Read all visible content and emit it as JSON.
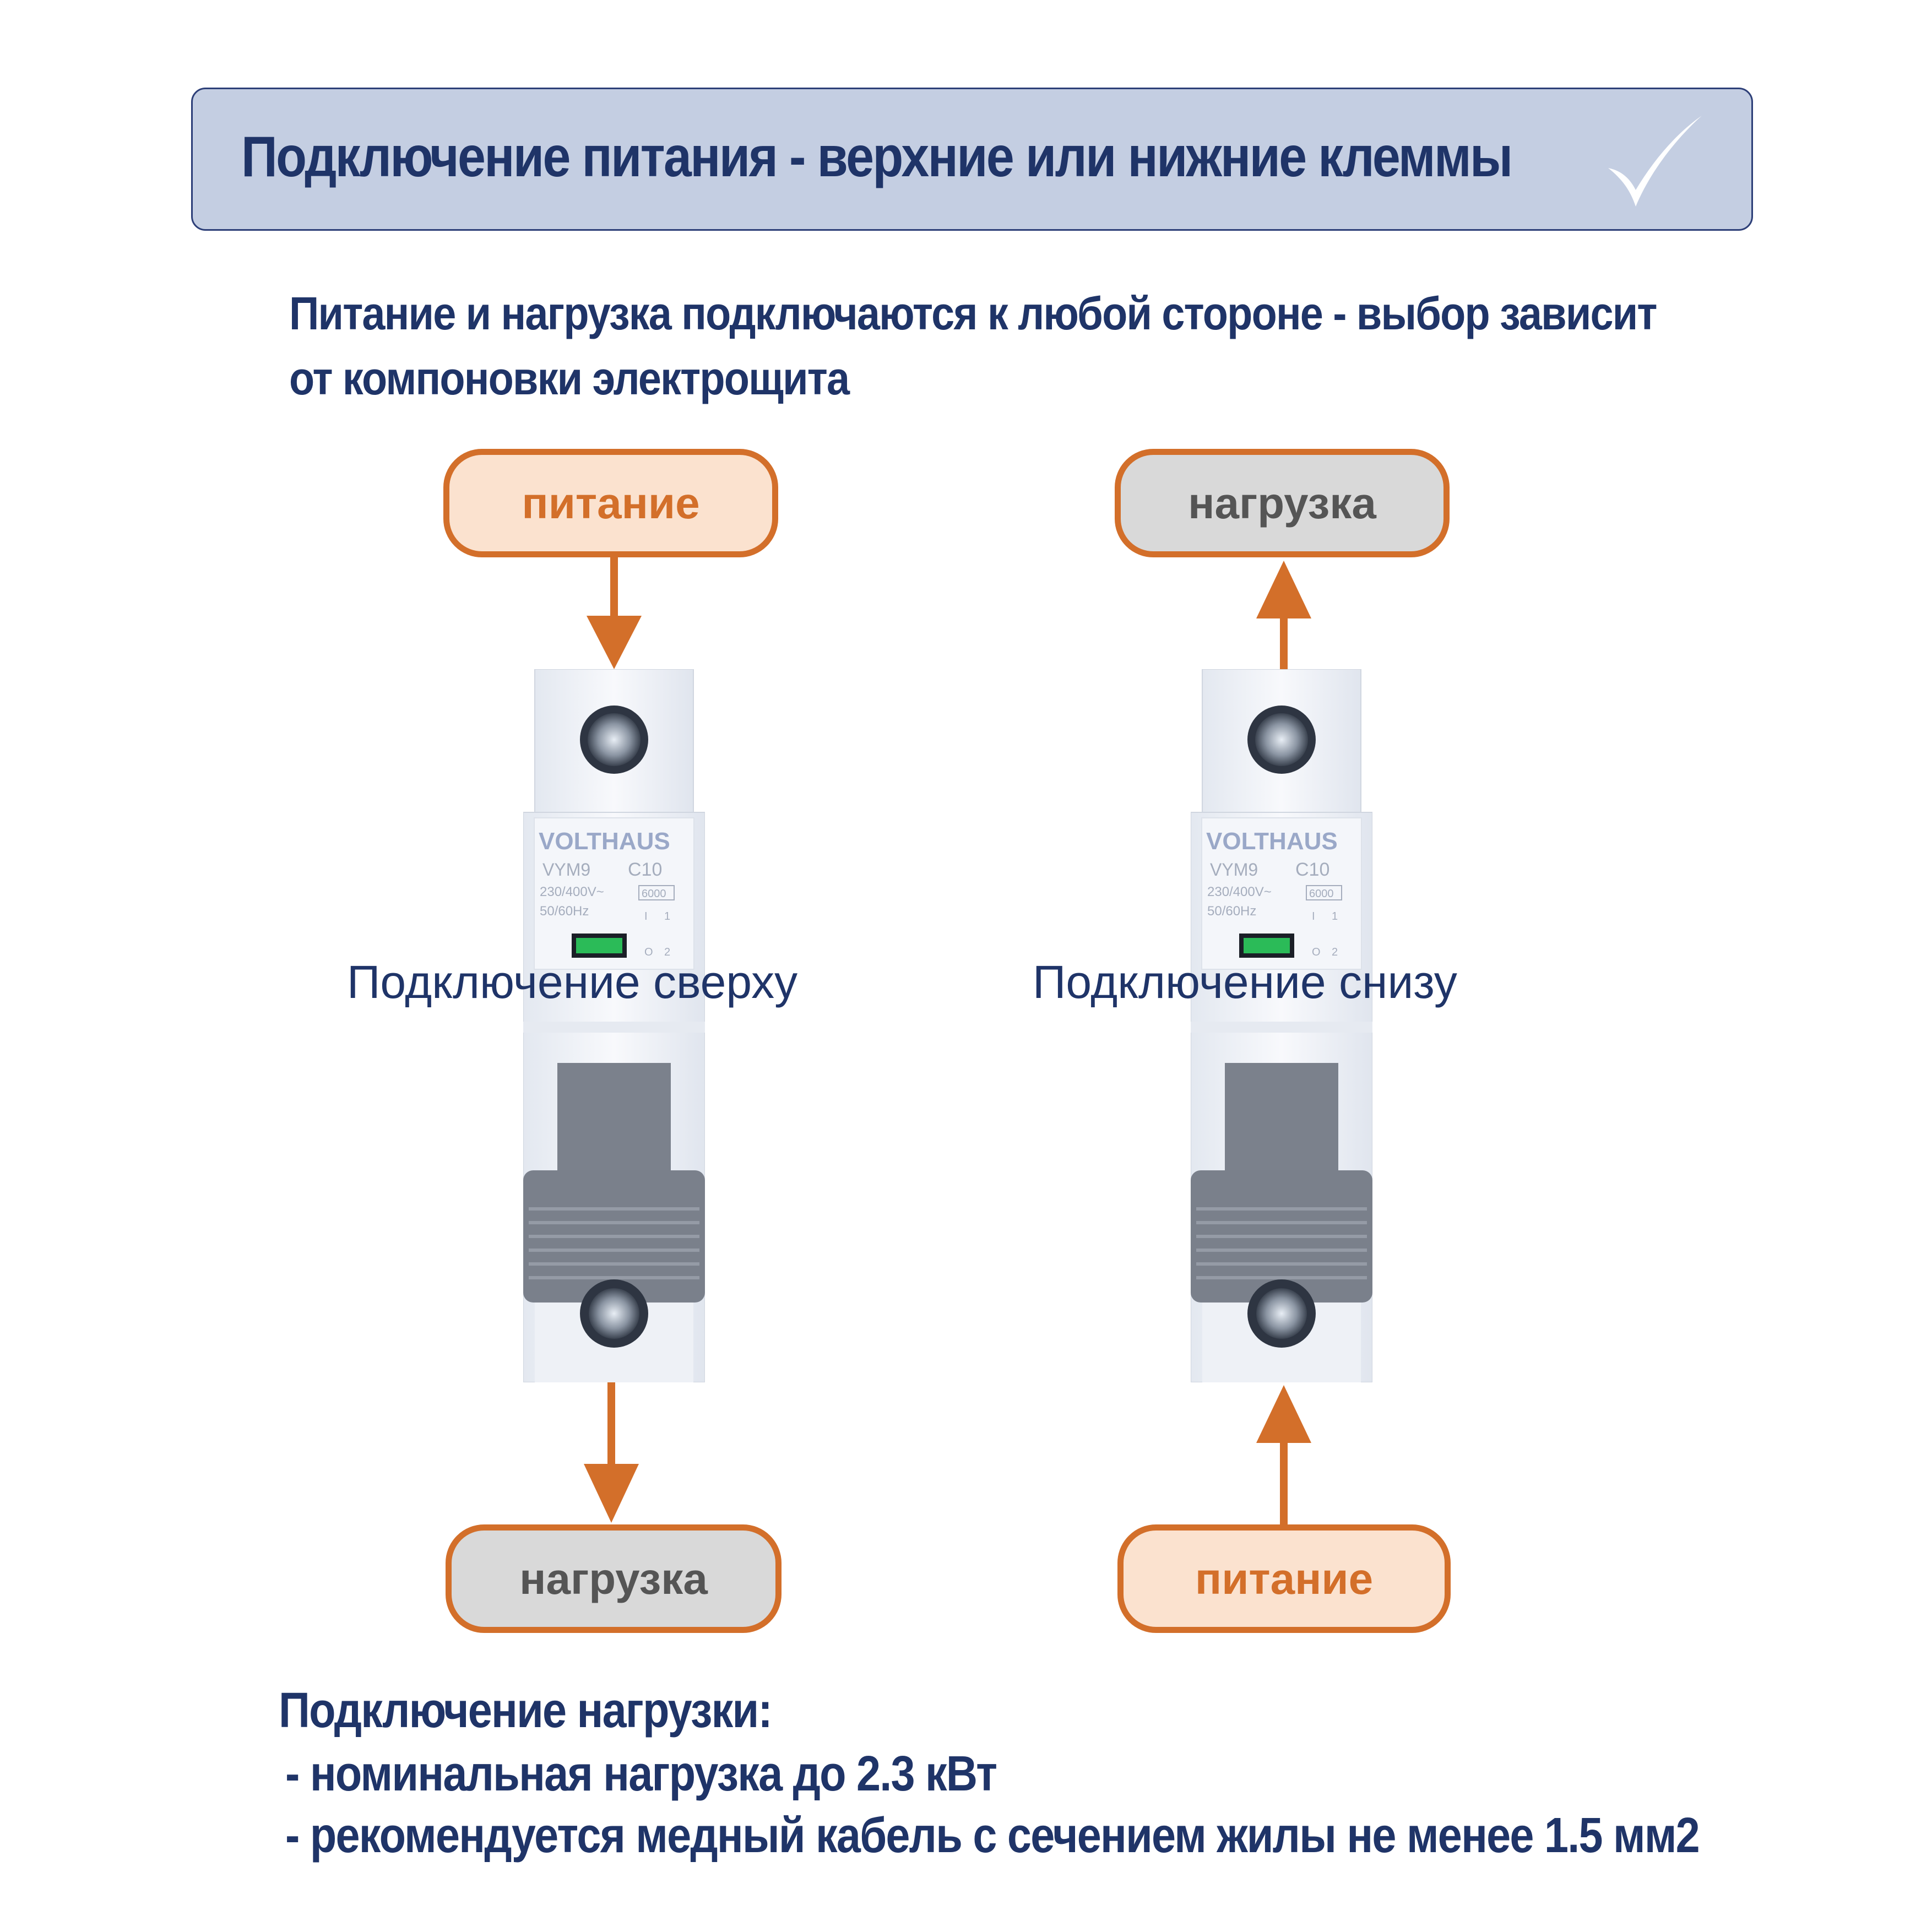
{
  "header": {
    "title": "Подключение питания - верхние или нижние клеммы",
    "check_icon": "checkmark-icon"
  },
  "subtitle": {
    "line1": "Питание и нагрузка подключаются к любой стороне - выбор зависит",
    "line2": "от компоновки электрощита"
  },
  "breaker": {
    "brand": "VOLTHAUS",
    "model": "VYM9",
    "rating": "C10",
    "voltage": "230/400V~",
    "breaking": "6000",
    "frequency": "50/60Hz",
    "terminal_top": "1",
    "terminal_bottom": "2",
    "pos_on": "I",
    "pos_off": "O"
  },
  "left_diagram": {
    "top_label": "питание",
    "bottom_label": "нагрузка",
    "caption": "Подключение сверху"
  },
  "right_diagram": {
    "top_label": "нагрузка",
    "bottom_label": "питание",
    "caption": "Подключение снизу"
  },
  "load_info": {
    "heading": "Подключение нагрузки:",
    "items": [
      " - номинальная нагрузка до 2.3 кВт",
      " - рекомендуется медный кабель с сечением жилы не менее 1.5 мм2"
    ]
  },
  "colors": {
    "accent_orange": "#d36f2a",
    "navy": "#1f3468",
    "banner_bg": "#c4cee2",
    "supply_bg": "#fbe2cf",
    "load_bg": "#d9d9d9"
  }
}
